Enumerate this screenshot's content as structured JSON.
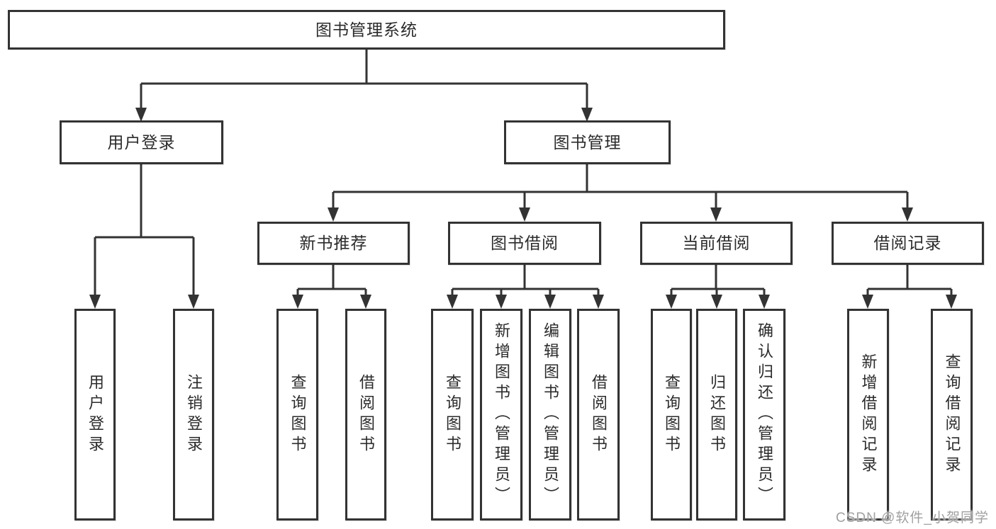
{
  "diagram": {
    "root": "图书管理系统",
    "level2": {
      "user_login": "用户登录",
      "book_mgmt": "图书管理"
    },
    "level3": {
      "new_book": "新书推荐",
      "book_borrow": "图书借阅",
      "current_borrow": "当前借阅",
      "borrow_records": "借阅记录"
    },
    "leaves": {
      "user_login": {
        "login": "用户登录",
        "logout": "注销登录"
      },
      "new_book": {
        "query": "查询图书",
        "borrow": "借阅图书"
      },
      "book_borrow": {
        "query": "查询图书",
        "add": "新增图书（管理员）",
        "edit": "编辑图书（管理员）",
        "borrow": "借阅图书"
      },
      "current_borrow": {
        "query": "查询图书",
        "return": "归还图书",
        "confirm": "确认归还（管理员）"
      },
      "borrow_records": {
        "add": "新增借阅记录",
        "query": "查询借阅记录"
      }
    }
  },
  "watermark": "CSDN @软件_小贺同学",
  "colors": {
    "line": "#333333",
    "text": "#2b2b2b",
    "box_bg": "#ffffff",
    "background": "#ffffff",
    "watermark": "#a0a0a0"
  }
}
